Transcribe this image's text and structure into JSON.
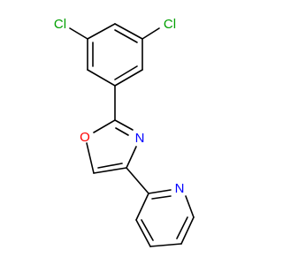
{
  "molecule": {
    "atoms": [
      {
        "id": "cl_a",
        "label": "Cl",
        "color": "#00a000"
      },
      {
        "id": "cl_b",
        "label": "Cl",
        "color": "#00a000"
      },
      {
        "id": "o1",
        "label": "O",
        "color": "#ff0000"
      },
      {
        "id": "n1",
        "label": "N",
        "color": "#0000ff"
      },
      {
        "id": "n2",
        "label": "N",
        "color": "#0000ff"
      }
    ],
    "bond_color": "#000000"
  }
}
